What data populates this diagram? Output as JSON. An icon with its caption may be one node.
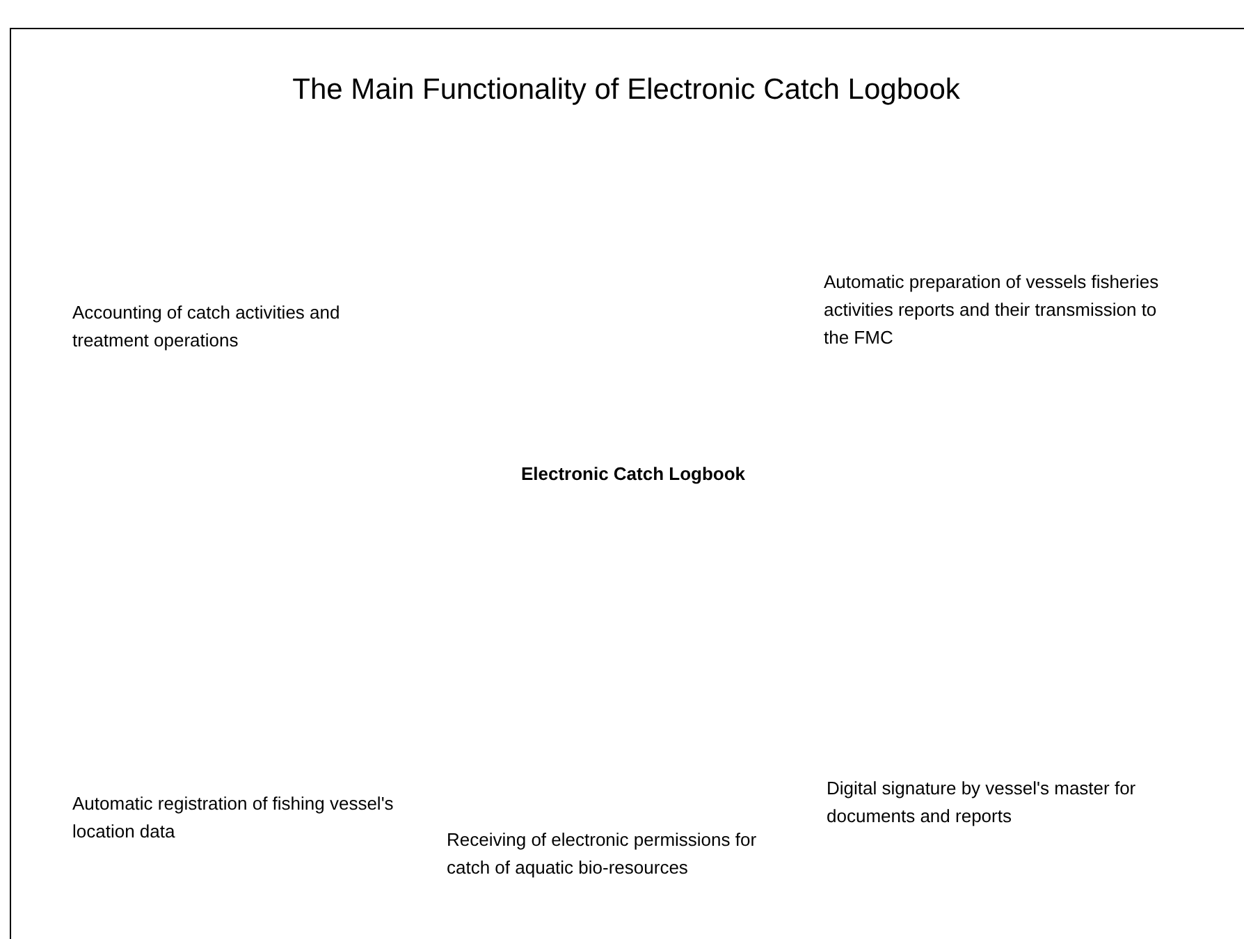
{
  "diagram": {
    "title": "The Main Functionality of Electronic Catch Logbook",
    "labels": [
      "Automatic preparation of vessels fisheries activities reports and their transmission to the FMC",
      "Accounting of catch  activities and treatment operations",
      "Electronic Catch Logbook",
      "Automatic registration of fishing vessel's location data",
      "Digital signature by vessel's master for  documents and reports",
      "Receiving of electronic permissions for catch of aquatic bio-resources"
    ]
  }
}
